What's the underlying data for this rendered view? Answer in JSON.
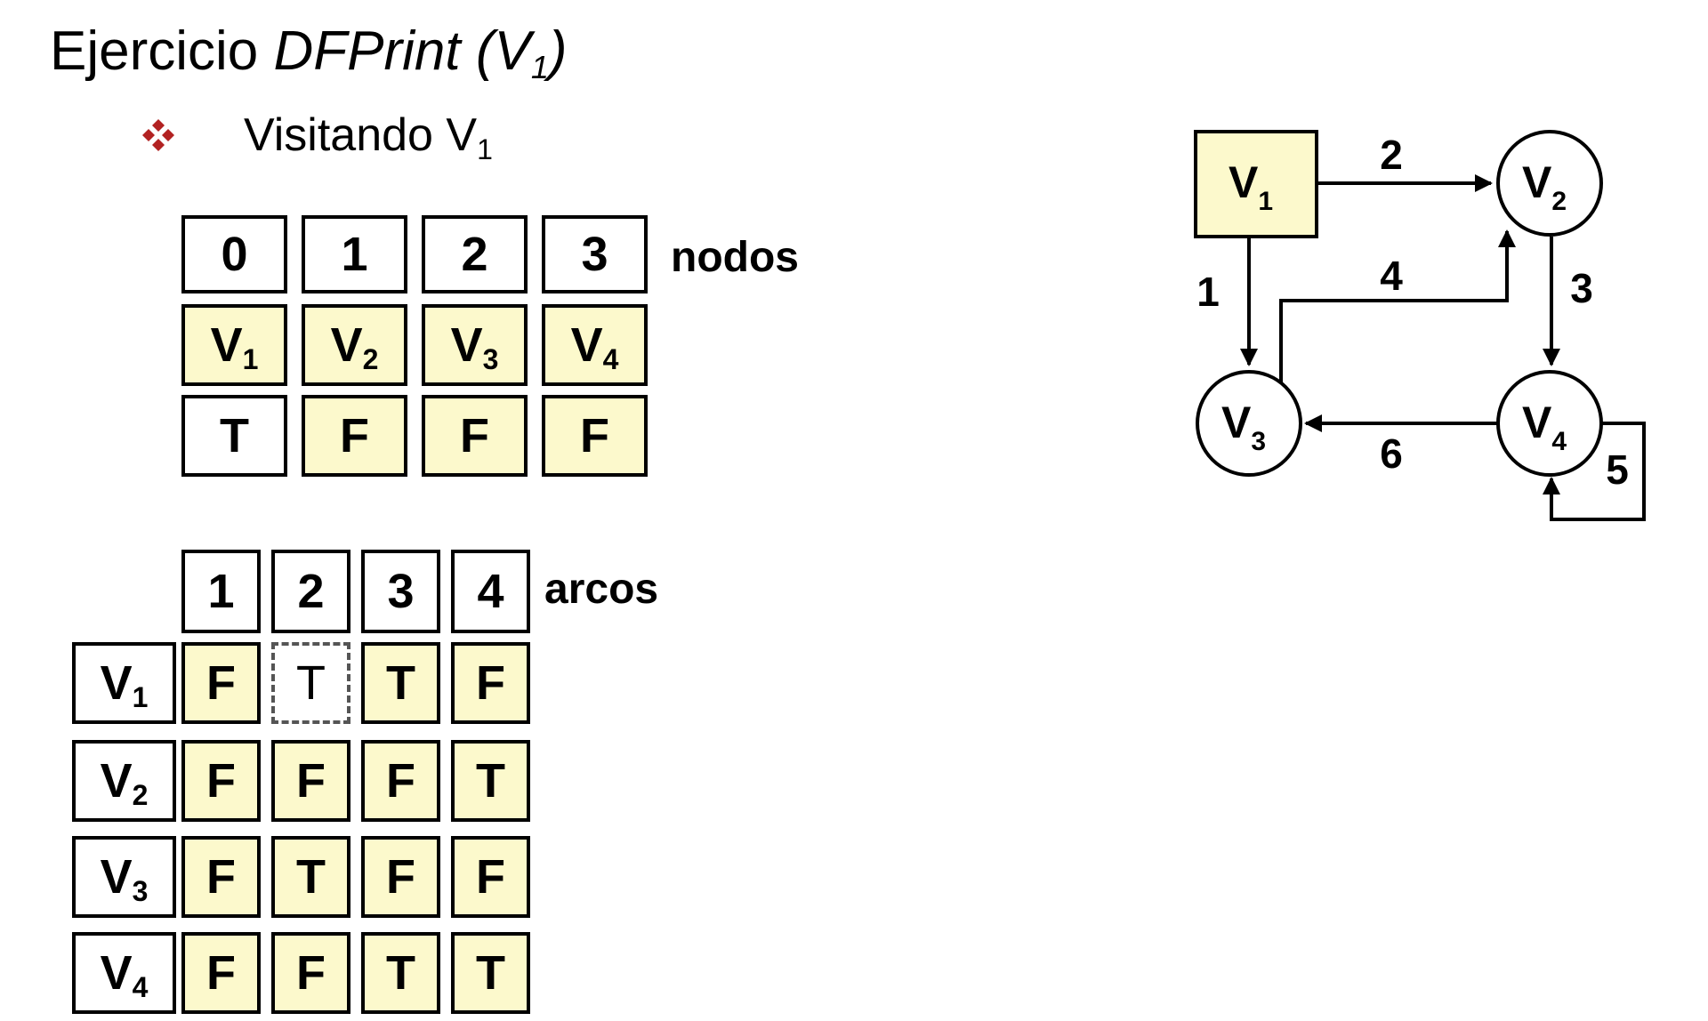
{
  "title": {
    "prefix": "Ejercicio ",
    "func": "DFPrint (V",
    "sub": "1",
    "close": ")"
  },
  "bullet": {
    "text": "Visitando V",
    "sub": "1",
    "icon": "diamond-bullet-icon"
  },
  "nodos": {
    "label": "nodos",
    "indices": [
      "0",
      "1",
      "2",
      "3"
    ],
    "names": [
      {
        "v": "V",
        "s": "1"
      },
      {
        "v": "V",
        "s": "2"
      },
      {
        "v": "V",
        "s": "3"
      },
      {
        "v": "V",
        "s": "4"
      }
    ],
    "visited": [
      "T",
      "F",
      "F",
      "F"
    ]
  },
  "arcos": {
    "label": "arcos",
    "indices": [
      "1",
      "2",
      "3",
      "4"
    ],
    "rows": [
      {
        "v": "V",
        "s": "1",
        "cells": [
          "F",
          "T",
          "T",
          "F"
        ]
      },
      {
        "v": "V",
        "s": "2",
        "cells": [
          "F",
          "F",
          "F",
          "T"
        ]
      },
      {
        "v": "V",
        "s": "3",
        "cells": [
          "F",
          "T",
          "F",
          "F"
        ]
      },
      {
        "v": "V",
        "s": "4",
        "cells": [
          "F",
          "F",
          "T",
          "T"
        ]
      }
    ]
  },
  "graph": {
    "nodes": [
      {
        "v": "V",
        "s": "1"
      },
      {
        "v": "V",
        "s": "2"
      },
      {
        "v": "V",
        "s": "3"
      },
      {
        "v": "V",
        "s": "4"
      }
    ],
    "edge_labels": [
      "1",
      "2",
      "3",
      "4",
      "5",
      "6"
    ]
  },
  "colors": {
    "highlight": "#fcf9cc",
    "bullet": "#b22222",
    "border": "#000000"
  }
}
